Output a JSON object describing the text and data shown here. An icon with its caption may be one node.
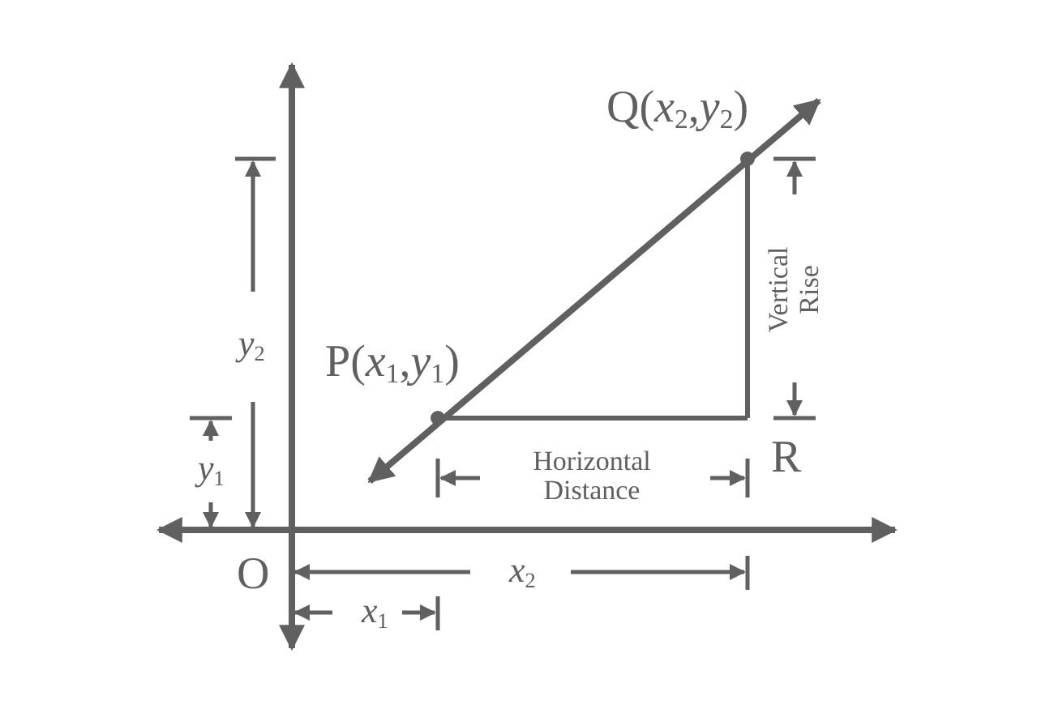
{
  "diagram": {
    "labels": [
      "Q(*x*$_{2}$,*y*$_{2}$)",
      "*y*$_{2}$",
      "P(*x*$_{1}$,*y*$_{1}$)",
      "Vertical Rise",
      "*y*$_{1}$",
      "R",
      "Horizontal Distance",
      "O",
      "*x*$_{2}$",
      "*x*$_{1}$"
    ]
  }
}
